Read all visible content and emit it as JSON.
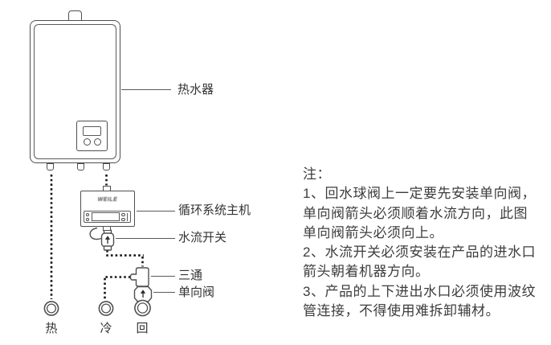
{
  "diagram": {
    "labels": {
      "heater": "热水器",
      "host": "循环系统主机",
      "flow_switch": "水流开关",
      "tee": "三通",
      "check_valve": "单向阀",
      "hot": "热",
      "cold": "冷",
      "recirc": "回"
    },
    "host_logo": "WEILE"
  },
  "notes": {
    "lines": [
      "注：",
      "1、回水球阀上一定要先安装单向阀，",
      "单向阀箭头必须顺着水流方向，此图",
      "单向阀箭头必须向上。",
      "2、水流开关必须安装在产品的进水口",
      "箭头朝着机器方向。",
      "3、产品的上下进出水口必须使用波纹",
      "管连接，不得使用难拆卸辅材。"
    ]
  },
  "colors": {
    "line": "#4f4f4f",
    "dotted_pipe": "#161616",
    "text": "#3d3d3d",
    "background": "#ffffff"
  }
}
